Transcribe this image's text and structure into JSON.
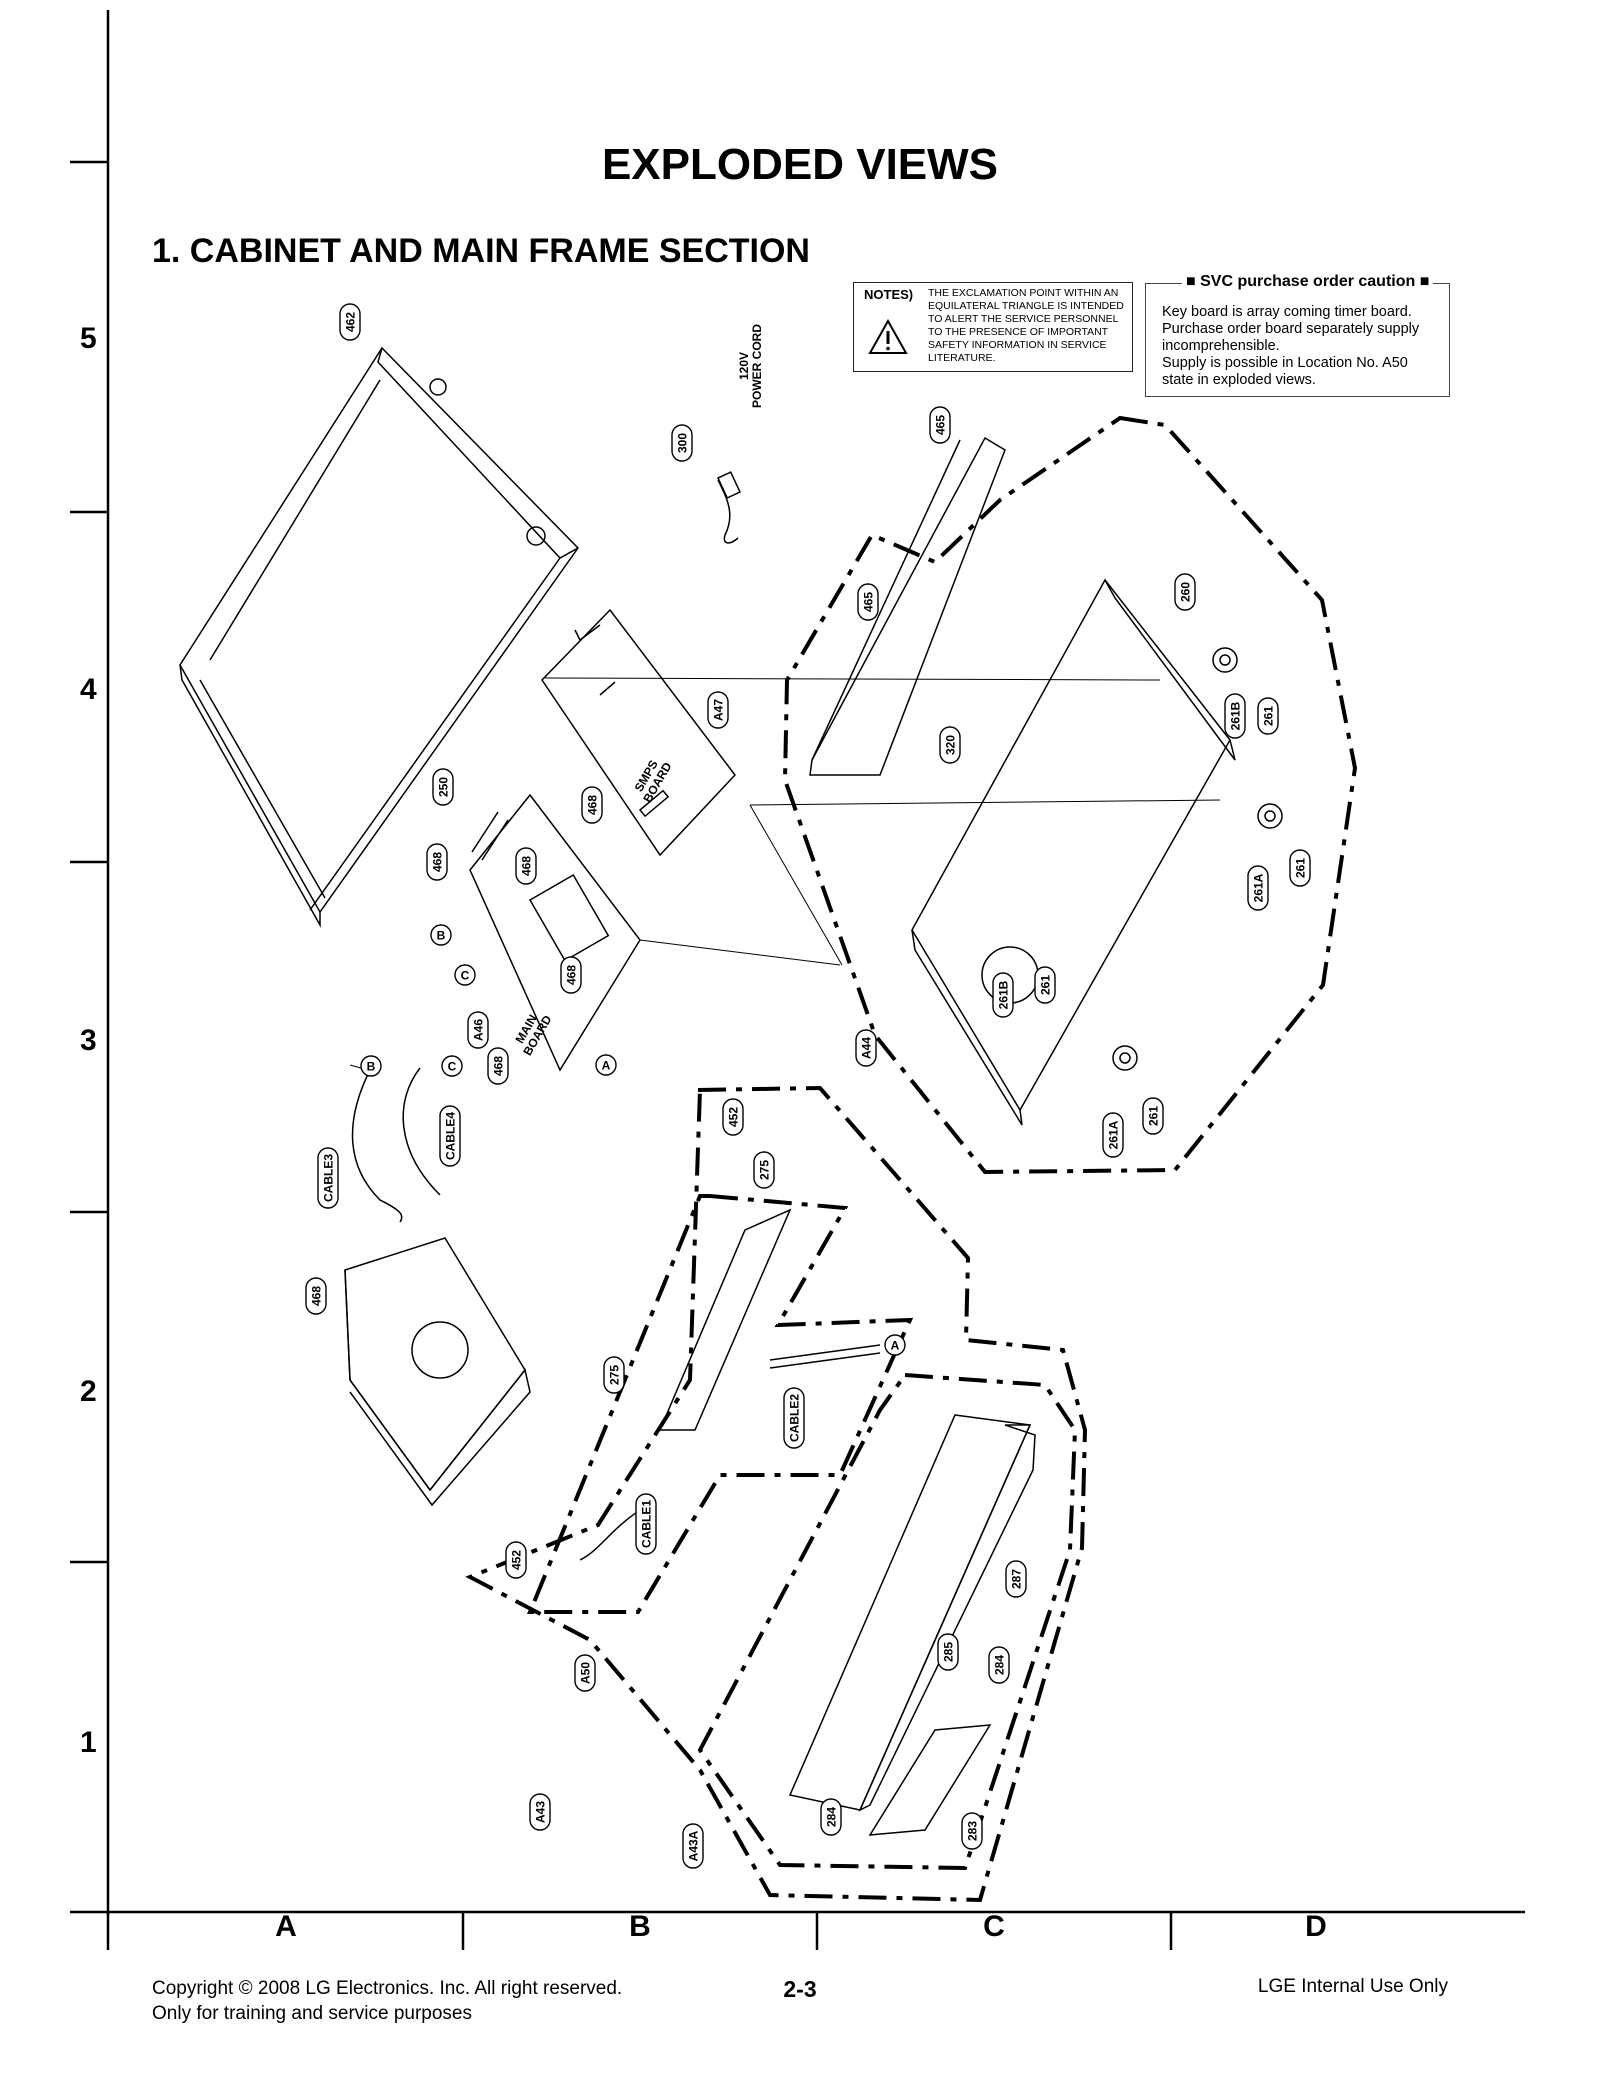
{
  "page": {
    "title": "EXPLODED VIEWS",
    "section_title": "1. CABINET AND MAIN FRAME SECTION",
    "page_number": "2-3"
  },
  "grid": {
    "rows": [
      "5",
      "4",
      "3",
      "2",
      "1"
    ],
    "columns": [
      "A",
      "B",
      "C",
      "D"
    ]
  },
  "notes": {
    "heading": "NOTES)",
    "text": "THE EXCLAMATION POINT WITHIN AN EQUILATERAL TRIANGLE IS INTENDED TO ALERT THE SERVICE PERSONNEL TO THE PRESENCE OF IMPORTANT SAFETY INFORMATION IN SERVICE LITERATURE.",
    "icon": "warning-triangle-icon"
  },
  "svc_caution": {
    "heading": "SVC purchase order caution",
    "lines": [
      "Key board is array coming timer board.",
      "Purchase order board separately supply",
      "incomprehensible.",
      "Supply is possible in Location No. A50",
      "state in exploded views."
    ]
  },
  "labels": {
    "power_cord": [
      "120V",
      "POWER CORD"
    ],
    "smps_board": [
      "SMPS",
      "BOARD"
    ],
    "main_board": [
      "MAIN",
      "BOARD"
    ]
  },
  "callouts": [
    "462",
    "300",
    "465",
    "465",
    "260",
    "261B",
    "261",
    "A47",
    "320",
    "250",
    "468",
    "468",
    "468",
    "261A",
    "261",
    "B",
    "C",
    "468",
    "A46",
    "468",
    "A",
    "261B",
    "261",
    "A44",
    "261A",
    "261",
    "B",
    "C",
    "CABLE3",
    "CABLE4",
    "452",
    "275",
    "468",
    "275",
    "A",
    "CABLE2",
    "CABLE1",
    "452",
    "287",
    "A50",
    "285",
    "284",
    "A43",
    "A43A",
    "284",
    "283"
  ],
  "footer": {
    "copyright": "Copyright © 2008 LG Electronics. Inc. All right reserved.",
    "purpose": "Only for training and service purposes",
    "internal": "LGE Internal Use Only"
  }
}
